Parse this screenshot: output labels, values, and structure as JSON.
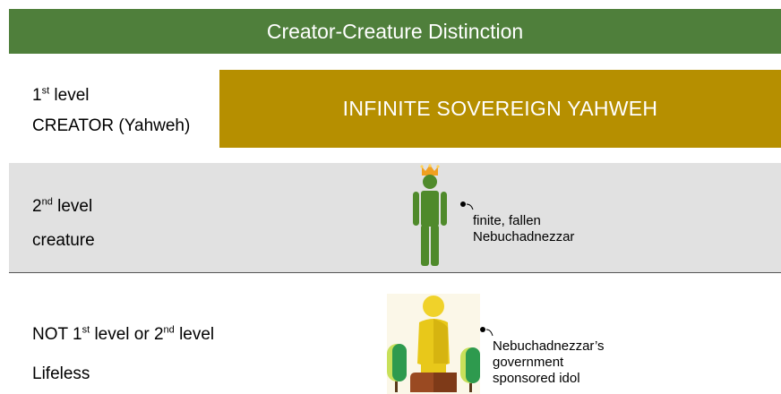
{
  "header": {
    "title": "Creator-Creature Distinction"
  },
  "level1": {
    "prefix": "1",
    "sup": "st",
    "suffix": " level",
    "line2": "CREATOR (Yahweh)",
    "box_text": "INFINITE SOVEREIGN YAHWEH"
  },
  "level2": {
    "prefix": "2",
    "sup": "nd",
    "suffix": " level",
    "line2": "creature",
    "note_line1": "finite, fallen",
    "note_line2": "Nebuchadnezzar",
    "figure_icon": "crowned-person-icon"
  },
  "level3": {
    "p1": "NOT 1",
    "sup1": "st",
    "p2": " level or 2",
    "sup2": "nd",
    "p3": " level",
    "line2": "Lifeless",
    "note_line1": "Nebuchadnezzar’s",
    "note_line2": "government",
    "note_line3": "sponsored idol",
    "idol_icon": "golden-statue-icon"
  },
  "colors": {
    "header": "#4f7f3b",
    "creator_box": "#b68f00",
    "band": "#e1e1e1",
    "figure": "#4f8a2b",
    "crown": "#f0a020",
    "idol_gold": "#e8c81a",
    "idol_base": "#9a4a22",
    "tree": "#2e9a4e",
    "tree_light": "#c8e05a"
  }
}
